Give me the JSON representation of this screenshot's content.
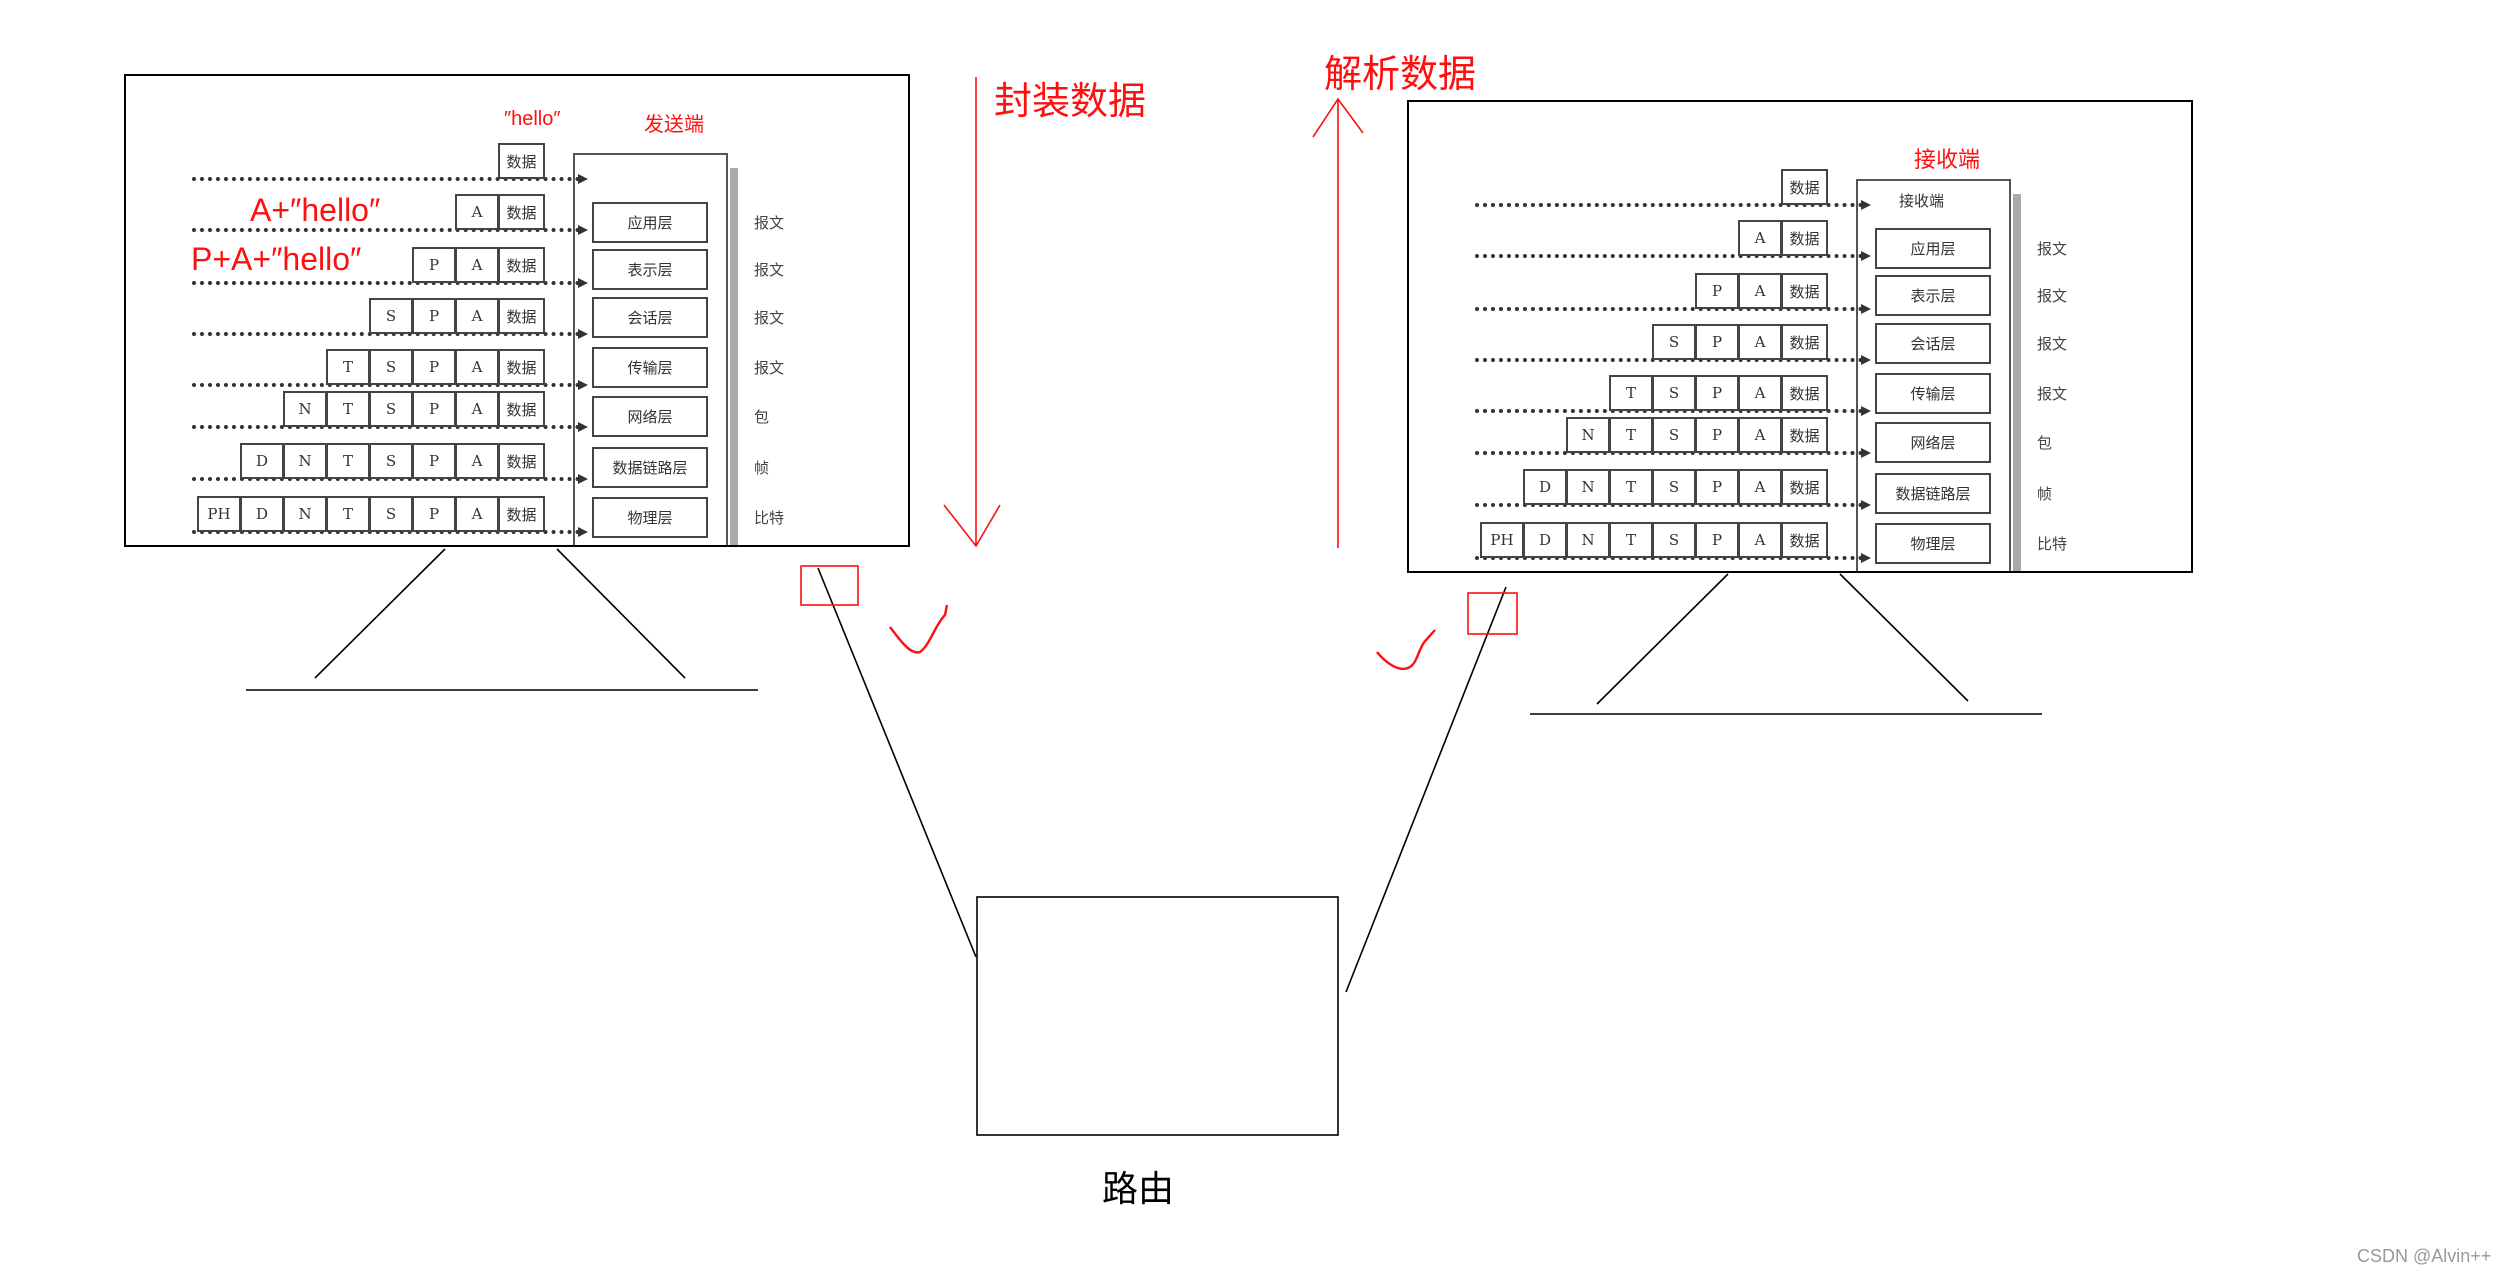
{
  "annotations": {
    "encapsulate": "封装数据",
    "decapsulate": "解析数据",
    "router_label": "路由",
    "watermark": "CSDN @Alvin++"
  },
  "sender": {
    "title": "发送端",
    "hello": "″hello″",
    "a_hello": "A+″hello″",
    "pa_hello": "P+A+″hello″"
  },
  "receiver": {
    "title": "接收端",
    "top_layer": "接收端"
  },
  "layers": [
    "应用层",
    "表示层",
    "会话层",
    "传输层",
    "网络层",
    "数据链路层",
    "物理层"
  ],
  "units": [
    "报文",
    "报文",
    "报文",
    "报文",
    "包",
    "帧",
    "比特"
  ],
  "payload": "数据",
  "headers": [
    "A",
    "P",
    "S",
    "T",
    "N",
    "D",
    "PH"
  ],
  "colors": {
    "annotation": "#ff1010",
    "line": "#000000"
  }
}
